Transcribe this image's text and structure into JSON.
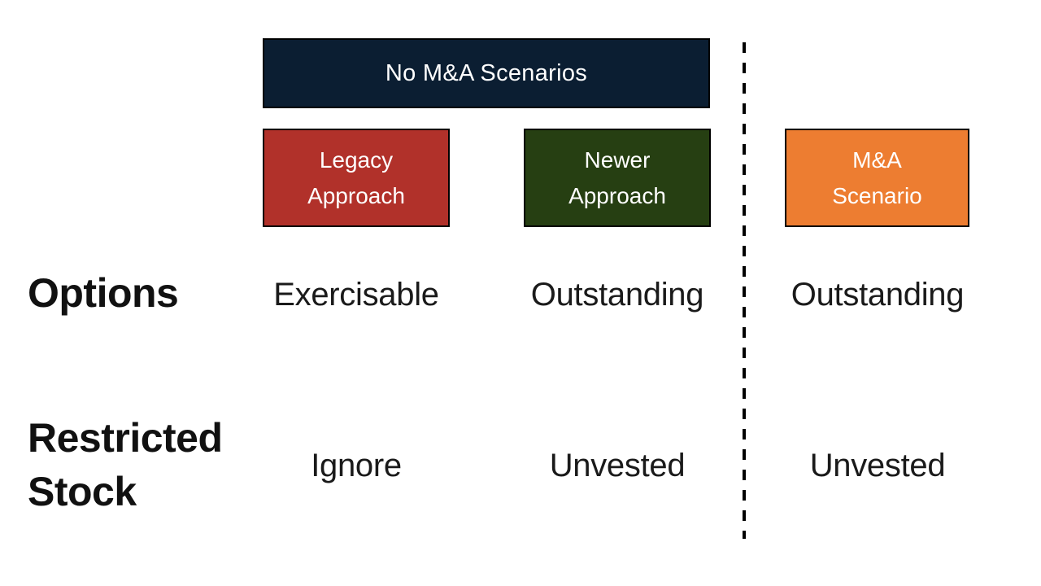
{
  "slide": {
    "background_color": "#ffffff",
    "banner": {
      "label": "No M&A Scenarios",
      "bg_color": "#0b1e32",
      "text_color": "#ffffff"
    },
    "columns": [
      {
        "header": "Legacy Approach",
        "bg_color": "#b1312a",
        "text_color": "#ffffff"
      },
      {
        "header": "Newer Approach",
        "bg_color": "#263f12",
        "text_color": "#ffffff"
      },
      {
        "header": "M&A Scenario",
        "bg_color": "#ed7d31",
        "text_color": "#ffffff"
      }
    ],
    "divider": {
      "style": "dashed",
      "color": "#000000"
    },
    "rows": [
      {
        "label": "Options",
        "cells": [
          "Exercisable",
          "Outstanding",
          "Outstanding"
        ]
      },
      {
        "label": "Restricted Stock",
        "cells": [
          "Ignore",
          "Unvested",
          "Unvested"
        ]
      }
    ]
  }
}
